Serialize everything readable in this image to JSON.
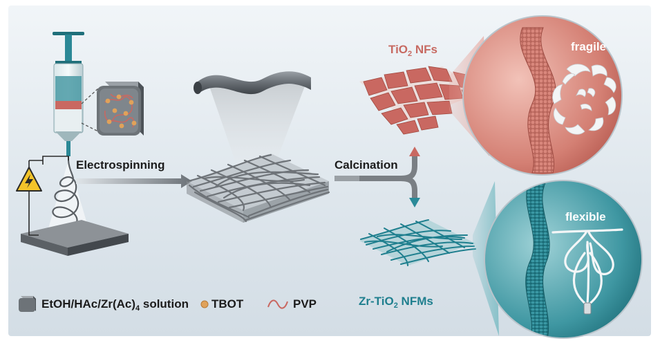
{
  "labels": {
    "electrospinning": "Electrospinning",
    "calcination": "Calcination",
    "tio2_nfs": {
      "pre": "TiO",
      "sub": "2",
      "post": " NFs"
    },
    "zr_tio2_nfms": {
      "pre": "Zr-TiO",
      "sub": "2",
      "post": " NFMs"
    },
    "fragile": "fragile",
    "flexible": "flexible"
  },
  "legend": {
    "solution": {
      "pre": "EtOH/HAc/Zr(Ac)",
      "sub": "4",
      "post": " solution"
    },
    "tbot": "TBOT",
    "pvp": "PVP"
  },
  "colors": {
    "background": "#dde6ec",
    "tio2": "#c76a62",
    "zr_tio2": "#1f7f8e",
    "fiber_gray": "#6e7378",
    "arrow": "#7a7f84"
  },
  "icons": [
    "syringe-icon",
    "high-voltage-icon",
    "collector-roller-icon",
    "solution-cube-icon",
    "tbot-bead-icon",
    "pvp-chain-icon"
  ]
}
